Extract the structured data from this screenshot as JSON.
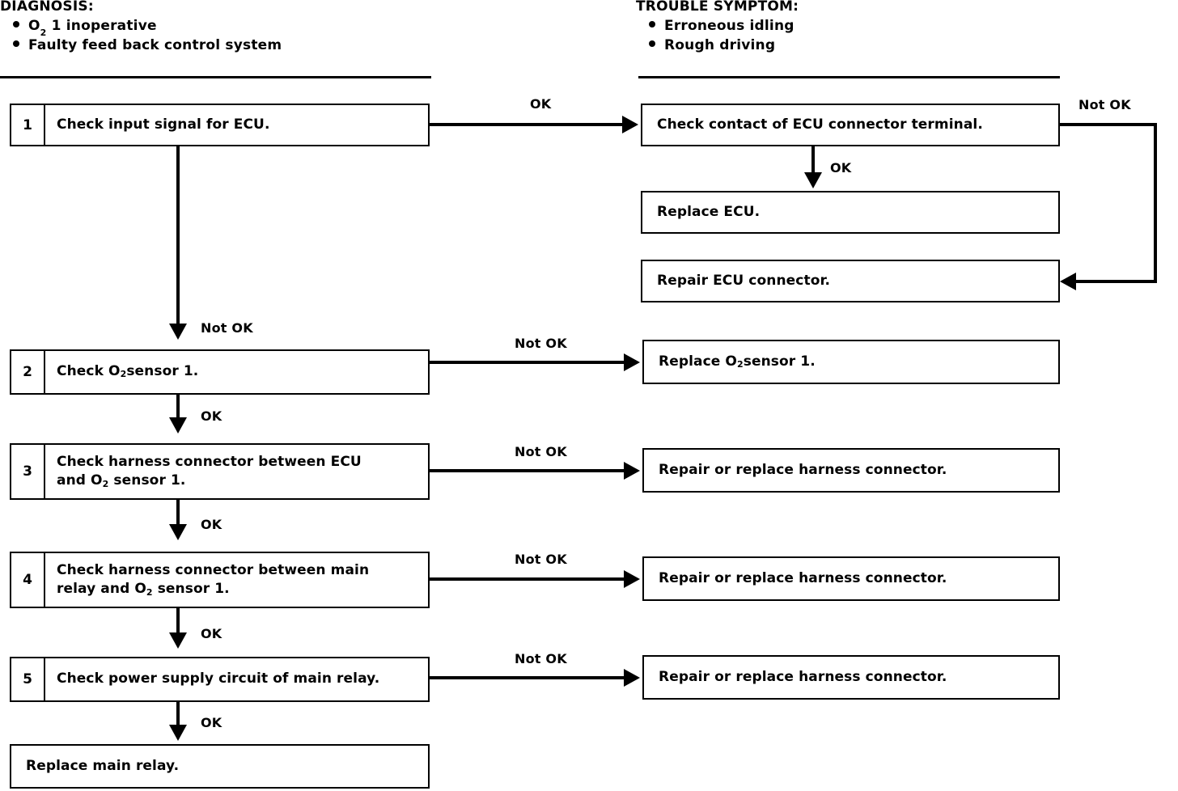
{
  "diagnosis": {
    "title": "DIAGNOSIS:",
    "items": [
      "O₂ 1 inoperative",
      "Faulty feed back control system"
    ],
    "item0_pre": "O",
    "item0_sub": "2",
    "item0_post": " 1 inoperative"
  },
  "symptom": {
    "title": "TROUBLE SYMPTOM:",
    "items": [
      "Erroneous idling",
      "Rough driving"
    ]
  },
  "steps": [
    {
      "num": "1",
      "text": "Check input signal for ECU."
    },
    {
      "num": "2",
      "text_pre": "Check O",
      "text_sub": "2",
      "text_post": " sensor 1."
    },
    {
      "num": "3",
      "line1": "Check harness connector between ECU",
      "line2_pre": "and O",
      "line2_sub": "2",
      "line2_post": " sensor 1."
    },
    {
      "num": "4",
      "line1": "Check harness connector between main",
      "line2_pre": "relay and O",
      "line2_sub": "2",
      "line2_post": " sensor 1."
    },
    {
      "num": "5",
      "text": "Check power supply circuit of main relay."
    }
  ],
  "results": {
    "check_contact": "Check contact of ECU connector terminal.",
    "replace_ecu": "Replace ECU.",
    "repair_ecu_connector": "Repair ECU connector.",
    "replace_o2_pre": "Replace O",
    "replace_o2_sub": "2",
    "replace_o2_post": " sensor 1.",
    "repair_harness_3": "Repair or replace harness connector.",
    "repair_harness_4": "Repair or replace harness connector.",
    "repair_harness_5": "Repair or replace harness connector.",
    "replace_main_relay": "Replace main relay."
  },
  "edges": {
    "step1_right": "OK",
    "step1_down": "Not OK",
    "top_right_notok": "Not OK",
    "check_contact_down": "OK",
    "step2_right": "Not OK",
    "step2_down": "OK",
    "step3_right": "Not OK",
    "step3_down": "OK",
    "step4_right": "Not OK",
    "step4_down": "OK",
    "step5_right": "Not OK",
    "step5_down": "OK"
  },
  "colors": {
    "ink": "#000000",
    "paper": "#ffffff"
  }
}
